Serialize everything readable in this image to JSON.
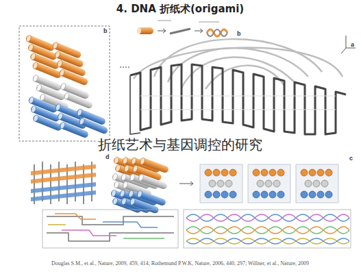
{
  "diagram": {
    "title": "4. DNA 折纸术(origami)",
    "caption": "Douglas S.M., et al., Nature, 2009, 459, 414; Rothemund P.W.K, Nature, 2006, 440, 297; Willner, et al., Nature, 2009",
    "labels": [
      "折纸艺术与基因调控的研究",
      "b",
      "b",
      "a",
      "c",
      "d"
    ]
  }
}
